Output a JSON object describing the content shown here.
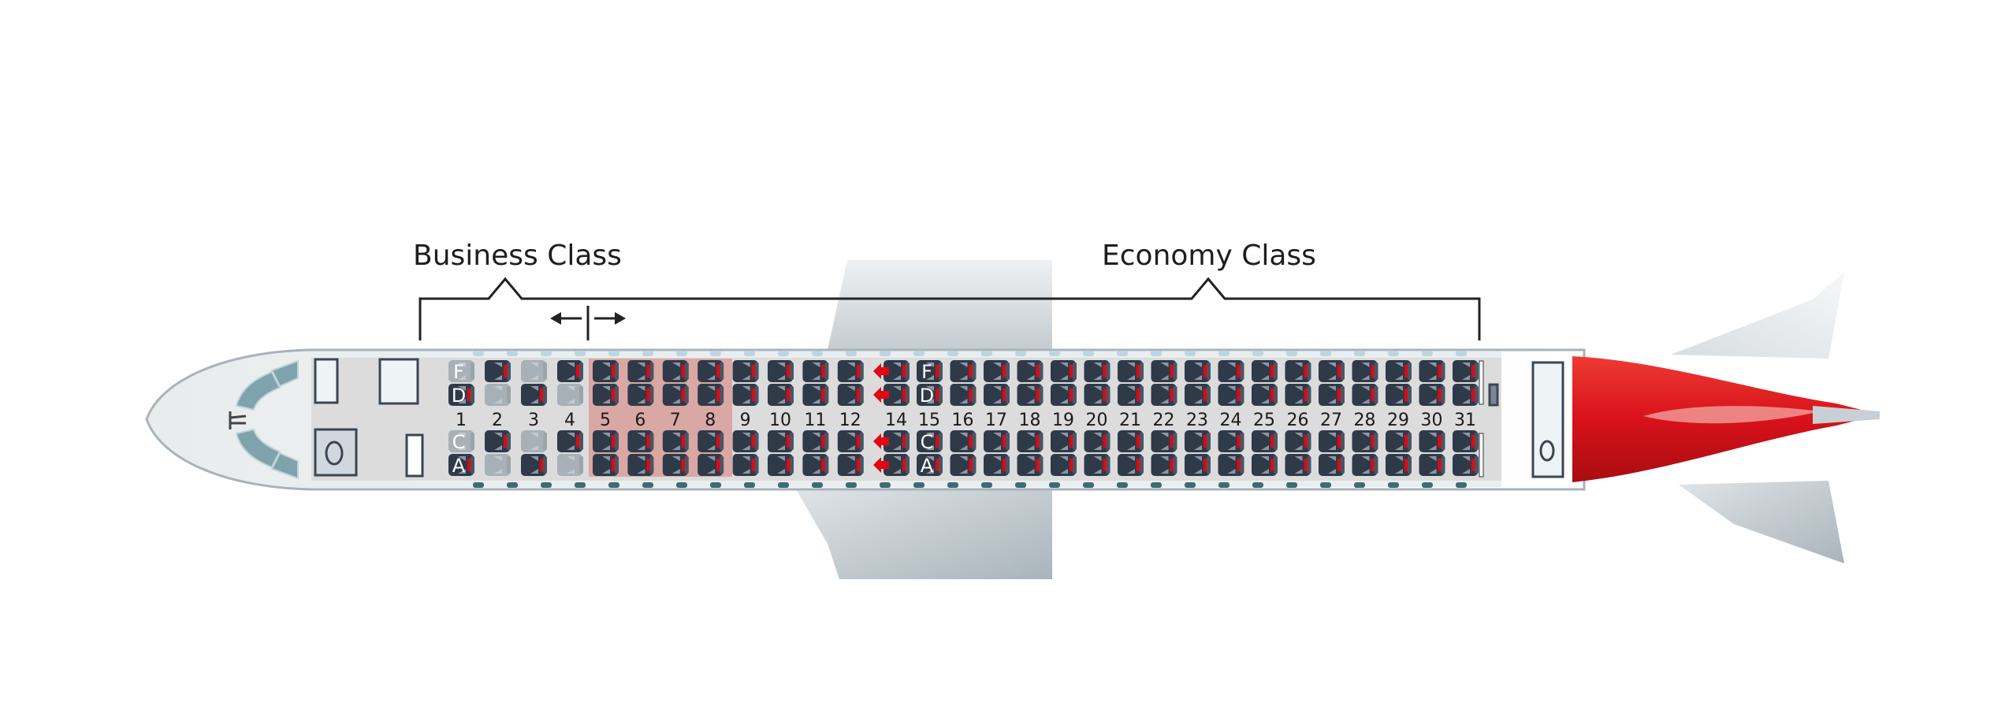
{
  "labels": {
    "business": "Business Class",
    "economy": "Economy Class"
  },
  "seat_letters": [
    "F",
    "D",
    "C",
    "A"
  ],
  "letter_rows": [
    "1",
    "15"
  ],
  "extra_legroom_rows": [
    "5",
    "6",
    "7",
    "8"
  ],
  "exit_rows": [
    "14"
  ],
  "rows": [
    {
      "n": "1",
      "cls": "business",
      "seats": {
        "F": "blocked",
        "D": "seat",
        "C": "blocked",
        "A": "seat"
      }
    },
    {
      "n": "2",
      "cls": "business",
      "seats": {
        "F": "seat",
        "D": "blocked",
        "C": "seat",
        "A": "blocked"
      }
    },
    {
      "n": "3",
      "cls": "business",
      "seats": {
        "F": "blocked",
        "D": "seat",
        "C": "blocked",
        "A": "seat"
      }
    },
    {
      "n": "4",
      "cls": "business",
      "seats": {
        "F": "seat",
        "D": "blocked",
        "C": "seat",
        "A": "blocked"
      }
    },
    {
      "n": "5",
      "cls": "economy"
    },
    {
      "n": "6",
      "cls": "economy"
    },
    {
      "n": "7",
      "cls": "economy"
    },
    {
      "n": "8",
      "cls": "economy"
    },
    {
      "n": "9",
      "cls": "economy"
    },
    {
      "n": "10",
      "cls": "economy"
    },
    {
      "n": "11",
      "cls": "economy"
    },
    {
      "n": "12",
      "cls": "economy"
    },
    {
      "n": "14",
      "cls": "economy"
    },
    {
      "n": "15",
      "cls": "economy"
    },
    {
      "n": "16",
      "cls": "economy"
    },
    {
      "n": "17",
      "cls": "economy"
    },
    {
      "n": "18",
      "cls": "economy"
    },
    {
      "n": "19",
      "cls": "economy"
    },
    {
      "n": "20",
      "cls": "economy"
    },
    {
      "n": "21",
      "cls": "economy"
    },
    {
      "n": "22",
      "cls": "economy"
    },
    {
      "n": "23",
      "cls": "economy"
    },
    {
      "n": "24",
      "cls": "economy"
    },
    {
      "n": "25",
      "cls": "economy"
    },
    {
      "n": "26",
      "cls": "economy"
    },
    {
      "n": "27",
      "cls": "economy"
    },
    {
      "n": "28",
      "cls": "economy"
    },
    {
      "n": "29",
      "cls": "economy"
    },
    {
      "n": "30",
      "cls": "economy"
    },
    {
      "n": "31",
      "cls": "economy"
    }
  ],
  "colors": {
    "seat": "#2f3a49",
    "seat_blocked": "#a7b1b7",
    "accent_red": "#e30613",
    "extra_legroom": "#d9a8a4",
    "cabin_floor": "#dcdcdc",
    "wing": "#b9c3c9"
  }
}
